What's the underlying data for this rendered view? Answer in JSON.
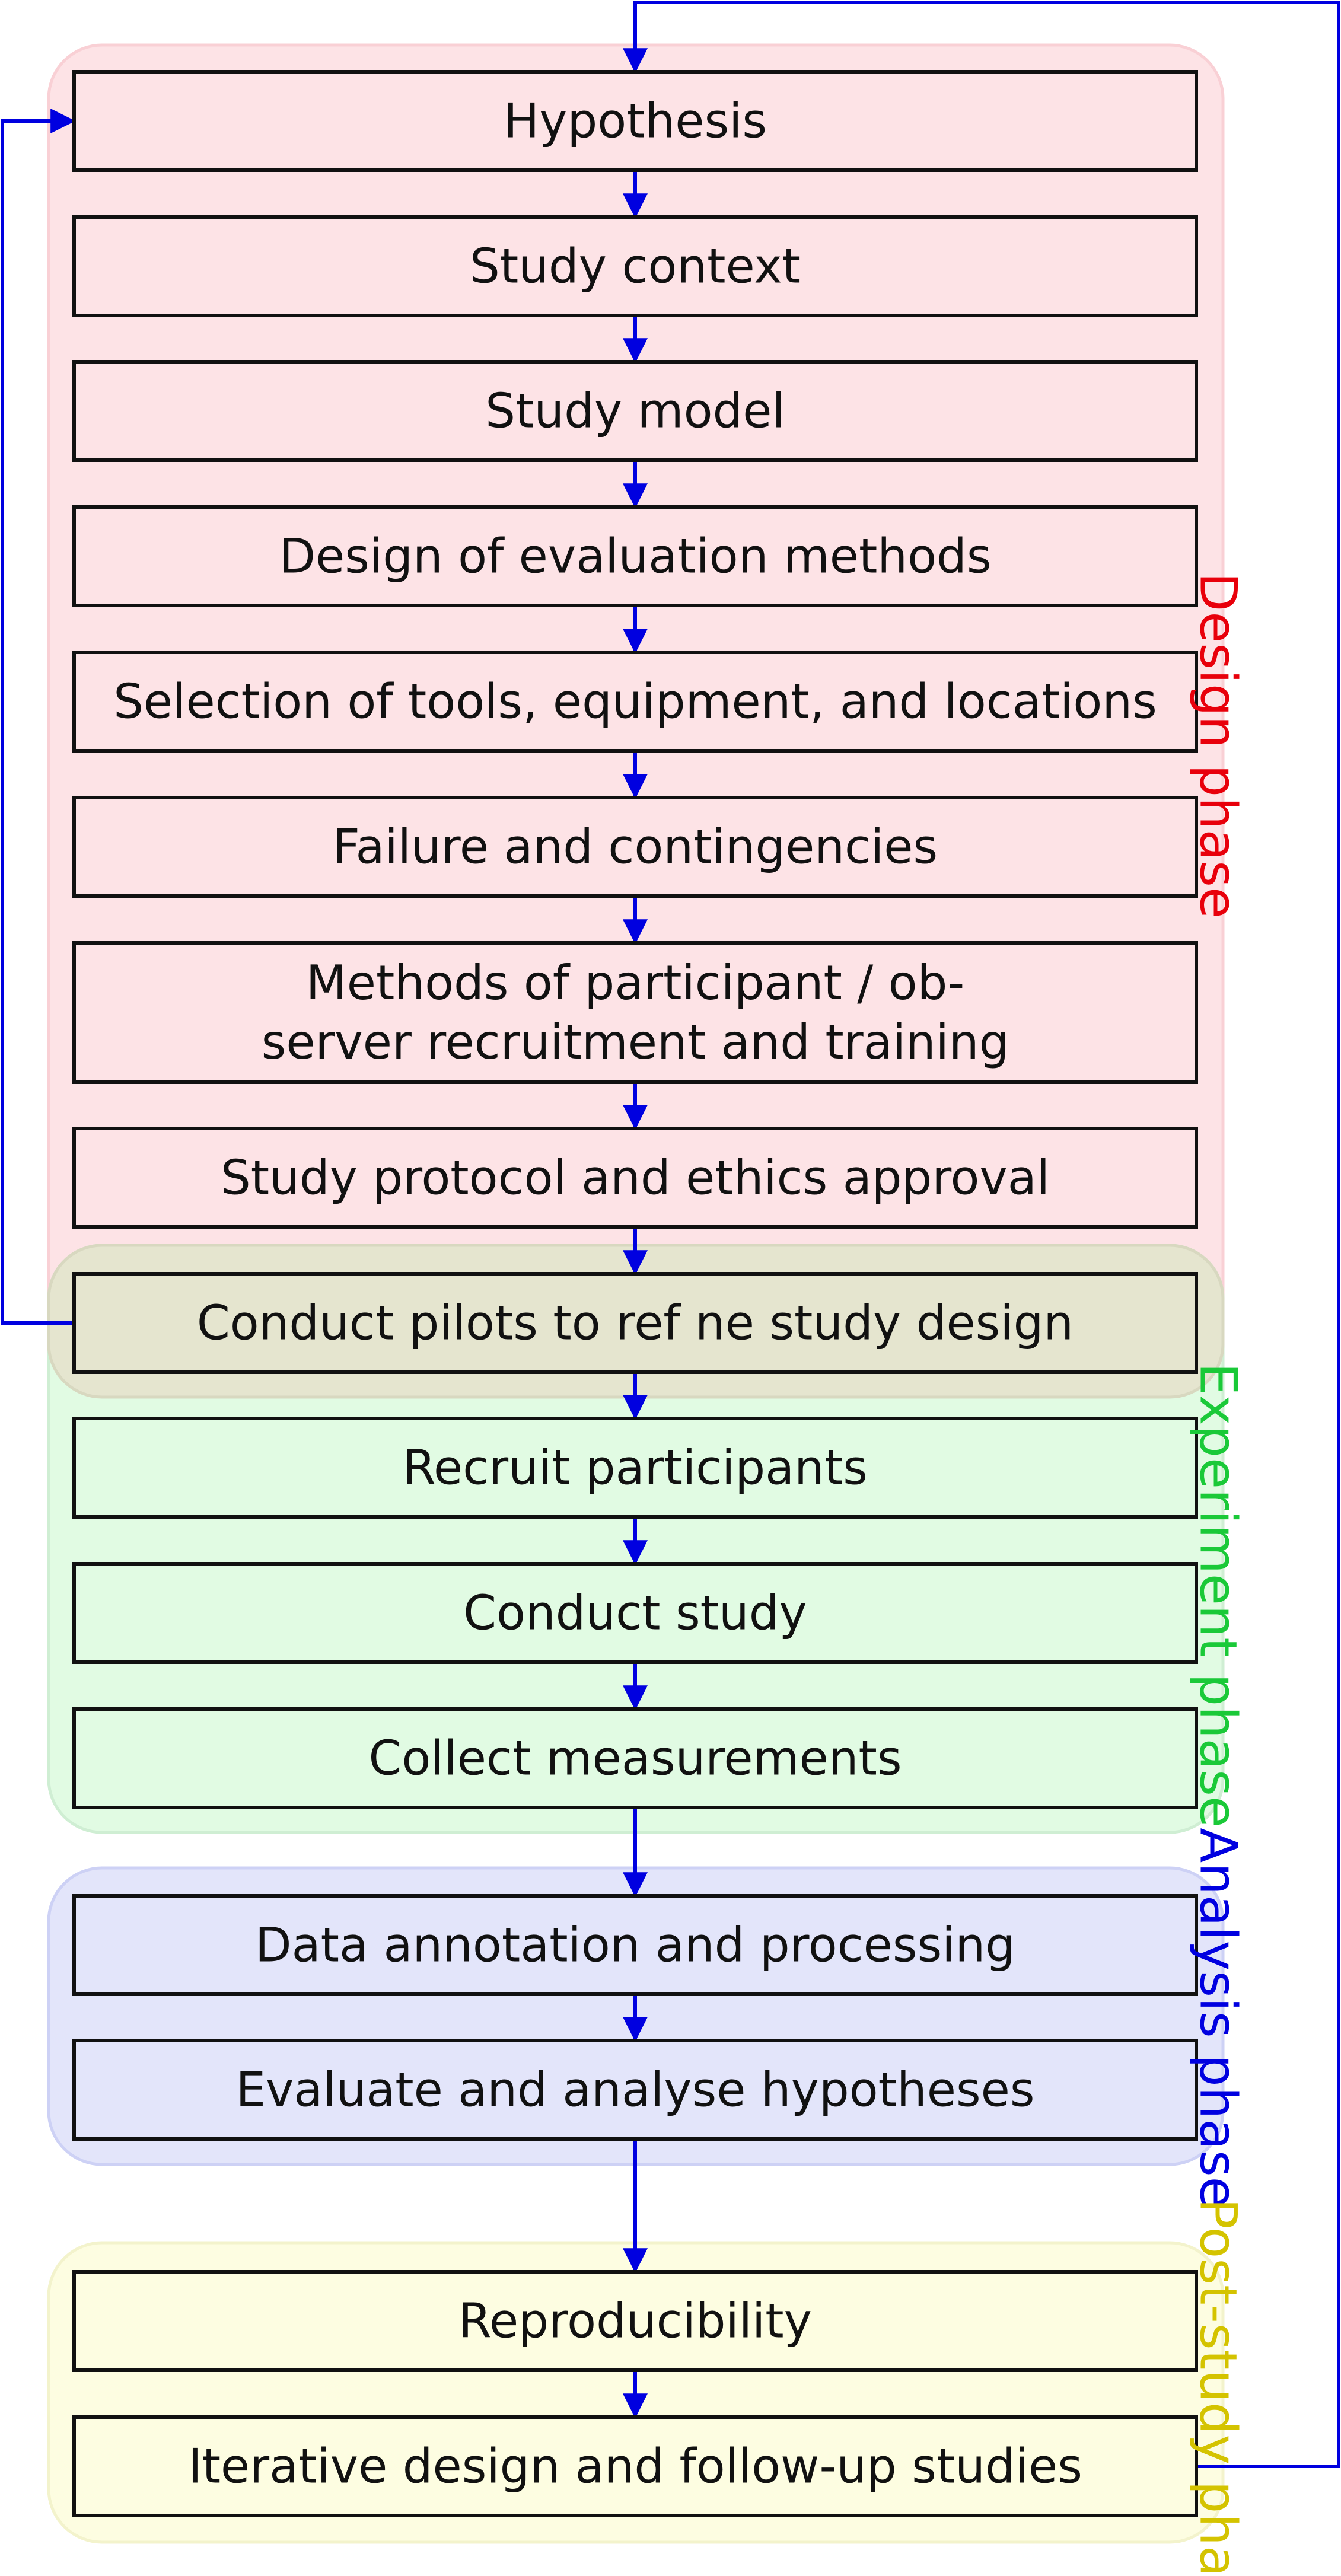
{
  "phases": {
    "design": {
      "label": "Design phase",
      "color": "#e8000b"
    },
    "experiment": {
      "label": "Experiment phase",
      "color": "#1ac938"
    },
    "analysis": {
      "label": "Analysis phase",
      "color": "#0000e0"
    },
    "post_study": {
      "label": "Post-study phase",
      "color": "#d4c300"
    }
  },
  "steps": [
    {
      "id": "hypothesis",
      "lines": [
        "Hypothesis"
      ]
    },
    {
      "id": "study-context",
      "lines": [
        "Study context"
      ]
    },
    {
      "id": "study-model",
      "lines": [
        "Study model"
      ]
    },
    {
      "id": "design-of-evaluation-methods",
      "lines": [
        "Design of evaluation methods"
      ]
    },
    {
      "id": "selection-of-tools",
      "lines": [
        "Selection of tools, equipment, and locations"
      ]
    },
    {
      "id": "failure-and-contingencies",
      "lines": [
        "Failure and contingencies"
      ]
    },
    {
      "id": "participant-recruitment",
      "lines": [
        "Methods of participant / ob-",
        "server recruitment and training"
      ]
    },
    {
      "id": "study-protocol",
      "lines": [
        "Study protocol and ethics approval"
      ]
    },
    {
      "id": "conduct-pilots",
      "lines": [
        "Conduct pilots to ref ne study design"
      ]
    },
    {
      "id": "recruit-participants",
      "lines": [
        "Recruit participants"
      ]
    },
    {
      "id": "conduct-study",
      "lines": [
        "Conduct study"
      ]
    },
    {
      "id": "collect-measurements",
      "lines": [
        "Collect measurements"
      ]
    },
    {
      "id": "data-annotation",
      "lines": [
        "Data annotation and processing"
      ]
    },
    {
      "id": "evaluate-hypotheses",
      "lines": [
        "Evaluate and analyse hypotheses"
      ]
    },
    {
      "id": "reproducibility",
      "lines": [
        "Reproducibility"
      ]
    },
    {
      "id": "iterative-design",
      "lines": [
        "Iterative design and follow-up studies"
      ]
    }
  ],
  "colors": {
    "arrow": "#0000e0",
    "box_stroke": "#111111",
    "design_fill": "#fde3e6",
    "experiment_fill": "#e1fbe3",
    "analysis_fill": "#e3e5fa",
    "post_study_fill": "#fdfde1",
    "overlap_fill": "#e5e5cf"
  }
}
